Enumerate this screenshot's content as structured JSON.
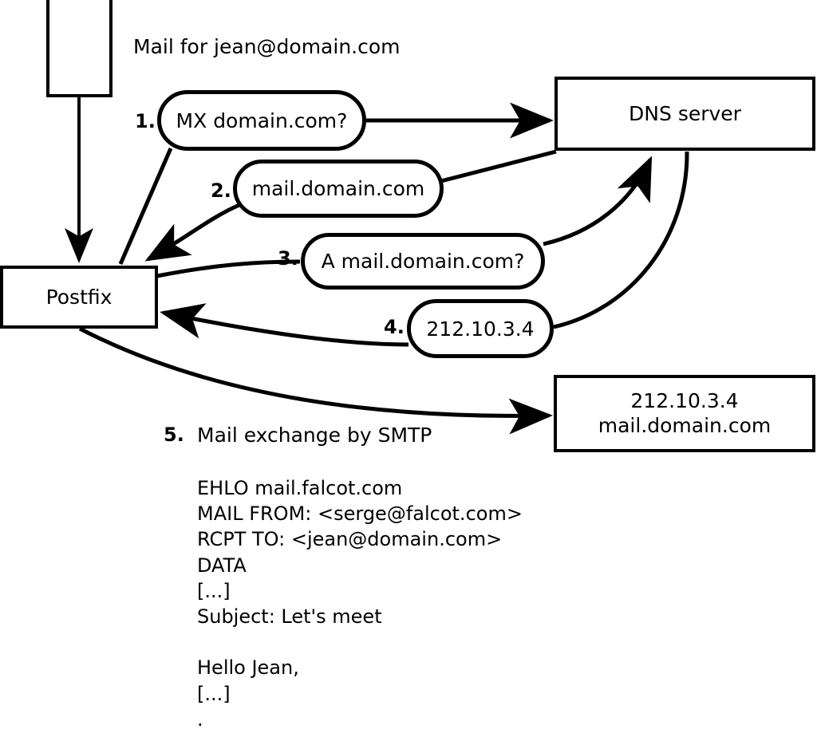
{
  "diagram": {
    "title_caption": "Mail for jean@domain.com",
    "nodes": {
      "client": {
        "label": "",
        "name": "client-box"
      },
      "postfix": {
        "label": "Postfix"
      },
      "dns": {
        "label": "DNS server"
      },
      "mailserver": {
        "line1": "212.10.3.4",
        "line2": "mail.domain.com"
      }
    },
    "steps": [
      {
        "num": "1.",
        "bubble": "MX domain.com?"
      },
      {
        "num": "2.",
        "bubble": "mail.domain.com"
      },
      {
        "num": "3.",
        "bubble": "A mail.domain.com?"
      },
      {
        "num": "4.",
        "bubble": "212.10.3.4"
      },
      {
        "num": "5.",
        "text": "Mail exchange by SMTP"
      }
    ],
    "smtp_transcript": [
      "EHLO mail.falcot.com",
      "MAIL FROM: <serge@falcot.com>",
      "RCPT TO: <jean@domain.com>",
      "DATA",
      "[...]",
      "Subject: Let's meet",
      "",
      "Hello Jean,",
      "[...]",
      "."
    ],
    "colors": {
      "stroke": "#000000",
      "fill": "#ffffff"
    }
  }
}
